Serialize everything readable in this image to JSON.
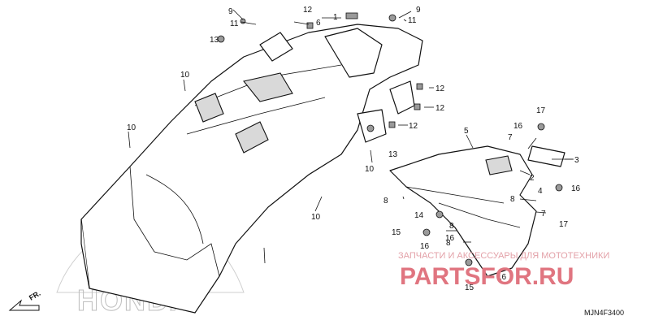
{
  "diagram": {
    "callouts": [
      "9",
      "11",
      "12",
      "1",
      "6",
      "9",
      "11",
      "13",
      "10",
      "10",
      "12",
      "12",
      "12",
      "13",
      "10",
      "17",
      "16",
      "7",
      "5",
      "3",
      "2",
      "10",
      "8",
      "14",
      "16",
      "15",
      "16",
      "8",
      "8",
      "7",
      "4",
      "16",
      "17",
      "16",
      "8",
      "15"
    ],
    "direction_label": "FR.",
    "brand_mark": "HONDA",
    "diagram_code": "MJN4F3400"
  },
  "watermark": {
    "line": "ЗАПЧАСТИ И АКСЕССУАРЫ ДЛЯ МОТОТЕХНИКИ",
    "logo": "PARTSFOR.RU"
  },
  "colors": {
    "ink": "#111111",
    "watermark": "#e07580",
    "brand_outline": "#bdbdbd"
  }
}
